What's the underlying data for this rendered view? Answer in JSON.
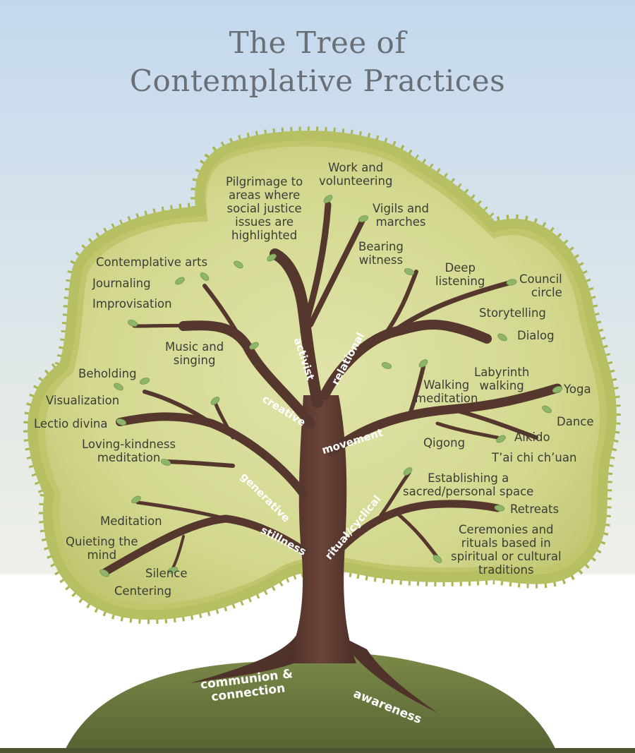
{
  "title": {
    "line1": "The Tree of",
    "line2": "Contemplative Practices"
  },
  "colors": {
    "sky": "#c3d8ee",
    "canopy_edge": "#b4bd5e",
    "canopy_fill": "#dfe3a6",
    "trunk": "#5a3a30",
    "hill": "#6a7a3e",
    "leaf": "#8fb56a",
    "title_text": "#6a6f76"
  },
  "branches": {
    "activist": "activist",
    "relational": "relational",
    "creative": "creative",
    "movement": "movement",
    "generative": "generative",
    "stillness": "stillness",
    "ritual": "ritual/cyclical"
  },
  "roots": {
    "communion_1": "communion &",
    "communion_2": "connection",
    "awareness": "awareness"
  },
  "practices": {
    "pilgrimage": [
      "Pilgrimage to",
      "areas where",
      "social justice",
      "issues are",
      "highlighted"
    ],
    "work": [
      "Work and",
      "volunteering"
    ],
    "vigils": [
      "Vigils and",
      "marches"
    ],
    "bearing": [
      "Bearing",
      "witness"
    ],
    "contemplative_arts": "Contemplative arts",
    "journaling": "Journaling",
    "improvisation": "Improvisation",
    "music": [
      "Music and",
      "singing"
    ],
    "deep_listening": [
      "Deep",
      "listening"
    ],
    "council": [
      "Council",
      "circle"
    ],
    "storytelling": "Storytelling",
    "dialog": "Dialog",
    "beholding": "Beholding",
    "visualization": "Visualization",
    "lectio": "Lectio divina",
    "loving": [
      "Loving-kindness",
      "meditation"
    ],
    "walking": [
      "Walking",
      "meditation"
    ],
    "labyrinth": [
      "Labyrinth",
      "walking"
    ],
    "yoga": "Yoga",
    "dance": "Dance",
    "aikido": "Aikido",
    "qigong": "Qigong",
    "taichi": "T’ai chi ch’uan",
    "meditation": "Meditation",
    "quieting": [
      "Quieting the",
      "mind"
    ],
    "silence": "Silence",
    "centering": "Centering",
    "establishing": [
      "Establishing a",
      "sacred/personal space"
    ],
    "retreats": "Retreats",
    "ceremonies": [
      "Ceremonies and",
      "rituals based in",
      "spiritual or cultural",
      "traditions"
    ]
  }
}
